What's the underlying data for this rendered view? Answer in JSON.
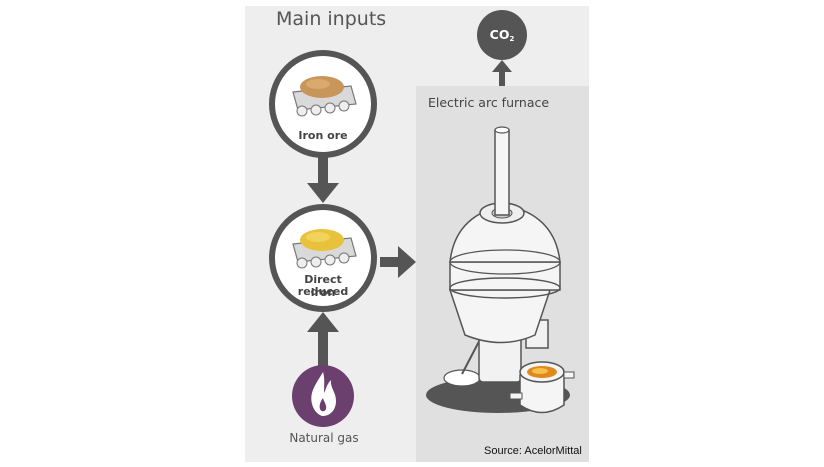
{
  "diagram": {
    "title": "Main inputs",
    "nodes": {
      "iron_ore": "Iron ore",
      "dri_line1": "Direct reduced",
      "dri_line2": "iron",
      "natural_gas": "Natural gas",
      "furnace": "Electric arc furnace",
      "co2_main": "CO",
      "co2_sub": "2"
    },
    "source": "Source: AcelorMittal"
  },
  "colors": {
    "panel": "#eeeeee",
    "furnace_zone": "#e0e0e0",
    "ring": "#555555",
    "gas_circle": "#6b3f6e",
    "ore": "#c8955a",
    "dri": "#e8c23a",
    "molten": "#e08a1e"
  }
}
